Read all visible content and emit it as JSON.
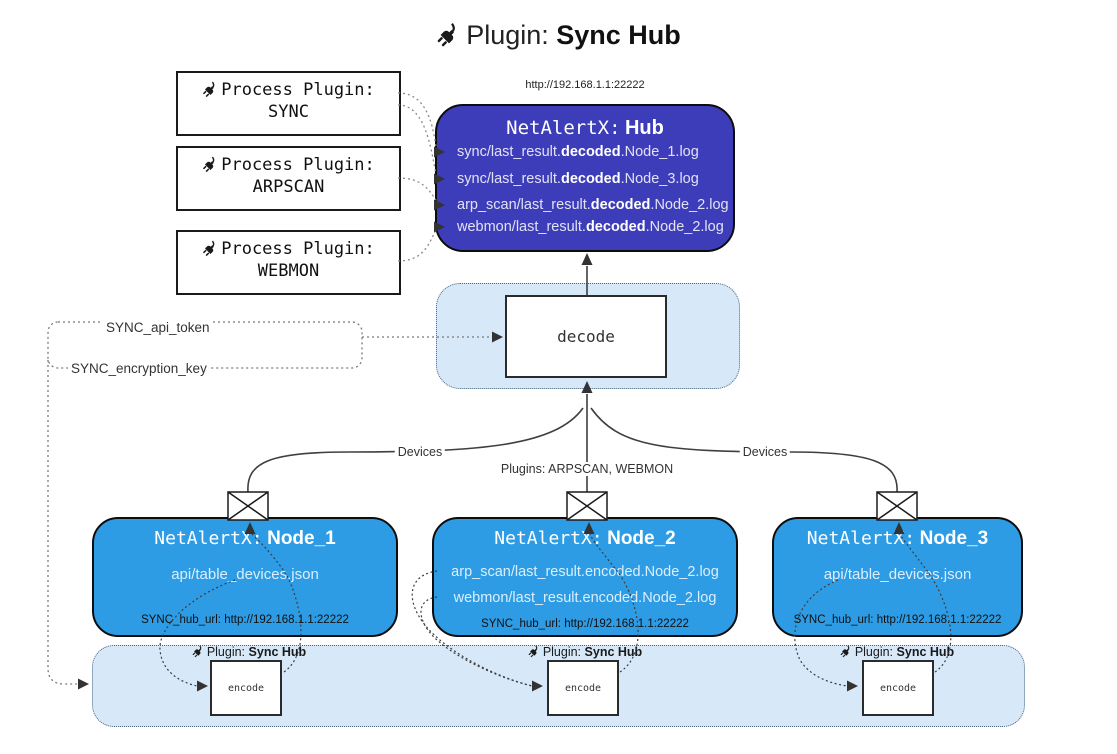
{
  "title": {
    "label": "Plugin:",
    "name": "Sync Hub"
  },
  "hub": {
    "url": "http://192.168.1.1:22222",
    "name_prefix": "NetAlertX:",
    "name": "Hub",
    "logs": [
      {
        "pre": "sync/last_result.",
        "bold": "decoded",
        "post": ".Node_1.log"
      },
      {
        "pre": "sync/last_result.",
        "bold": "decoded",
        "post": ".Node_3.log"
      },
      {
        "pre": "arp_scan/last_result.",
        "bold": "decoded",
        "post": ".Node_2.log"
      },
      {
        "pre": "webmon/last_result.",
        "bold": "decoded",
        "post": ".Node_2.log"
      }
    ]
  },
  "process_plugins": [
    {
      "label": "Process Plugin:",
      "name": "SYNC"
    },
    {
      "label": "Process Plugin:",
      "name": "ARPSCAN"
    },
    {
      "label": "Process Plugin:",
      "name": "WEBMON"
    }
  ],
  "settings": {
    "api_token": "SYNC_api_token",
    "encryption_key": "SYNC_encryption_key"
  },
  "decode": {
    "label": "decode"
  },
  "edge_labels": {
    "devices_left": "Devices",
    "plugins_mid": "Plugins: ARPSCAN, WEBMON",
    "devices_right": "Devices"
  },
  "nodes": [
    {
      "name_prefix": "NetAlertX:",
      "name": "Node_1",
      "files": [
        "api/table_devices.json"
      ],
      "hub_url": "SYNC_hub_url: http://192.168.1.1:22222"
    },
    {
      "name_prefix": "NetAlertX:",
      "name": "Node_2",
      "files": [
        "arp_scan/last_result.encoded.Node_2.log",
        "webmon/last_result.encoded.Node_2.log"
      ],
      "hub_url": "SYNC_hub_url: http://192.168.1.1:22222"
    },
    {
      "name_prefix": "NetAlertX:",
      "name": "Node_3",
      "files": [
        "api/table_devices.json"
      ],
      "hub_url": "SYNC_hub_url: http://192.168.1.1:22222"
    }
  ],
  "encoders": [
    {
      "label": "Plugin:",
      "name": "Sync Hub",
      "box": "encode"
    },
    {
      "label": "Plugin:",
      "name": "Sync Hub",
      "box": "encode"
    },
    {
      "label": "Plugin:",
      "name": "Sync Hub",
      "box": "encode"
    }
  ],
  "colors": {
    "hub_fill": "#3d3dba",
    "node_fill": "#2d9ce5",
    "panel_fill": "#d7e8f9",
    "line": "#3f3f3f"
  }
}
